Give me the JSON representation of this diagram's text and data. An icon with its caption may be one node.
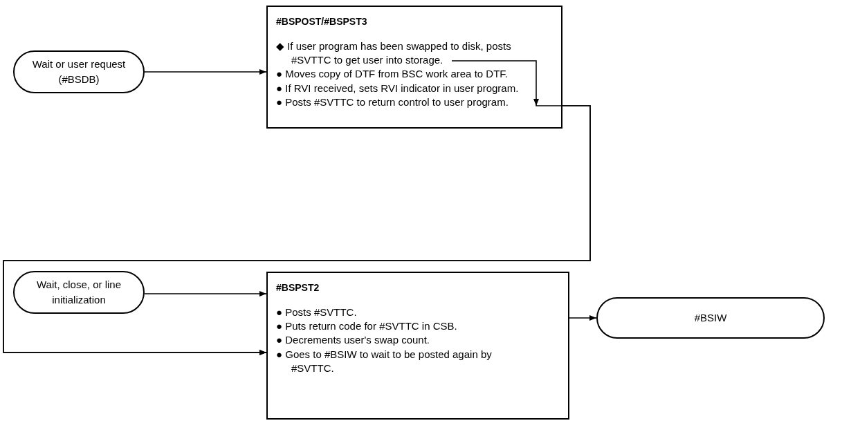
{
  "diagram": {
    "nodes": [
      {
        "text": [
          "Wait or user request (#BSDB)"
        ]
      },
      {
        "text": [
          "#BSPOST/#BSPST3",
          "◆ If user program has been swapped to disk, posts #SVTTC to get user into storage.",
          "● Moves copy of DTF from BSC work area to DTF.",
          "● If RVI received, sets RVI indicator in user program.",
          "● Posts #SVTTC to return control to user program."
        ]
      },
      {
        "text": [
          "Wait, close, or line initialization"
        ]
      },
      {
        "text": [
          "#BSPST2",
          "● Posts #SVTTC.",
          "● Puts return code for #SVTTC in CSB.",
          "● Decrements user's swap count.",
          "● Goes to #BSIW to wait to be posted again by #SVTTC."
        ]
      },
      {
        "text": [
          "#BSIW"
        ]
      }
    ],
    "edges": [
      {
        "from": 0,
        "to": 1,
        "arrow": "to"
      },
      {
        "from": 1,
        "to": 3,
        "arrow": "to"
      },
      {
        "from": 1,
        "to": 3,
        "arrow": "to"
      },
      {
        "from": 2,
        "to": 3,
        "arrow": "to"
      },
      {
        "from": 3,
        "to": 4,
        "arrow": "to"
      }
    ]
  }
}
